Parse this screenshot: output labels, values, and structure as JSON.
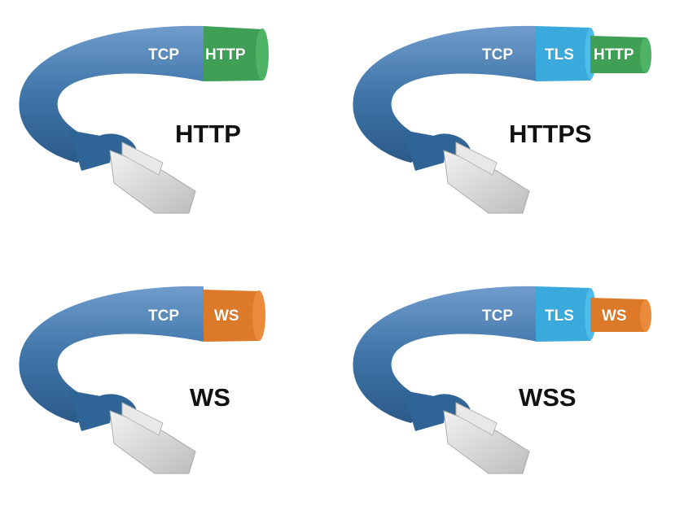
{
  "colors": {
    "cable": "#3f75a8",
    "tcp_highlight": "#5a8cc0",
    "tls": "#3aa9db",
    "http": "#3f9f55",
    "ws": "#dd7a2a",
    "plug": "#d9d9d9",
    "caption": "#111111"
  },
  "panels": [
    {
      "caption": "HTTP",
      "layers": [
        {
          "label": "TCP",
          "kind": "tcp"
        },
        {
          "label": "HTTP",
          "kind": "http"
        }
      ]
    },
    {
      "caption": "HTTPS",
      "layers": [
        {
          "label": "TCP",
          "kind": "tcp"
        },
        {
          "label": "TLS",
          "kind": "tls"
        },
        {
          "label": "HTTP",
          "kind": "http"
        }
      ]
    },
    {
      "caption": "WS",
      "layers": [
        {
          "label": "TCP",
          "kind": "tcp"
        },
        {
          "label": "WS",
          "kind": "ws"
        }
      ]
    },
    {
      "caption": "WSS",
      "layers": [
        {
          "label": "TCP",
          "kind": "tcp"
        },
        {
          "label": "TLS",
          "kind": "tls"
        },
        {
          "label": "WS",
          "kind": "ws"
        }
      ]
    }
  ]
}
